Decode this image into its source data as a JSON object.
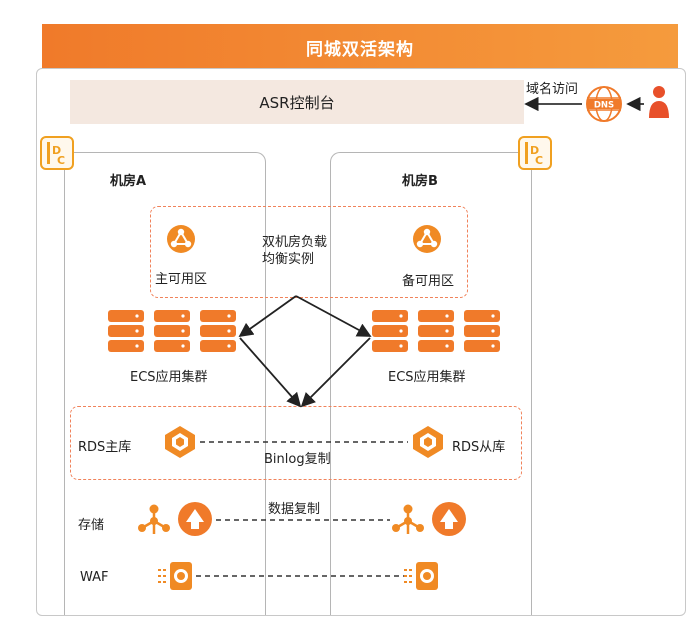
{
  "title": "同城双活架构",
  "asr_label": "ASR控制台",
  "dns": {
    "label": "域名访问",
    "icon_text": "DNS"
  },
  "rooms": {
    "a": "机房A",
    "b": "机房B"
  },
  "zones": {
    "primary": "主可用区",
    "standby": "备可用区",
    "slb": "双机房负载\n均衡实例"
  },
  "ecs": {
    "a": "ECS应用集群",
    "b": "ECS应用集群"
  },
  "rds": {
    "master": "RDS主库",
    "slave": "RDS从库",
    "link": "Binlog复制"
  },
  "storage": {
    "label": "存储",
    "link": "数据复制"
  },
  "waf": {
    "label": "WAF"
  },
  "colors": {
    "accent": "#f07a2a",
    "icon": "#f08a24",
    "dashed": "#f0825a"
  },
  "icons": [
    "idc-icon",
    "dns-globe-icon",
    "user-icon",
    "slb-icon",
    "server-icon",
    "rds-icon",
    "oss-icon",
    "waf-icon"
  ]
}
